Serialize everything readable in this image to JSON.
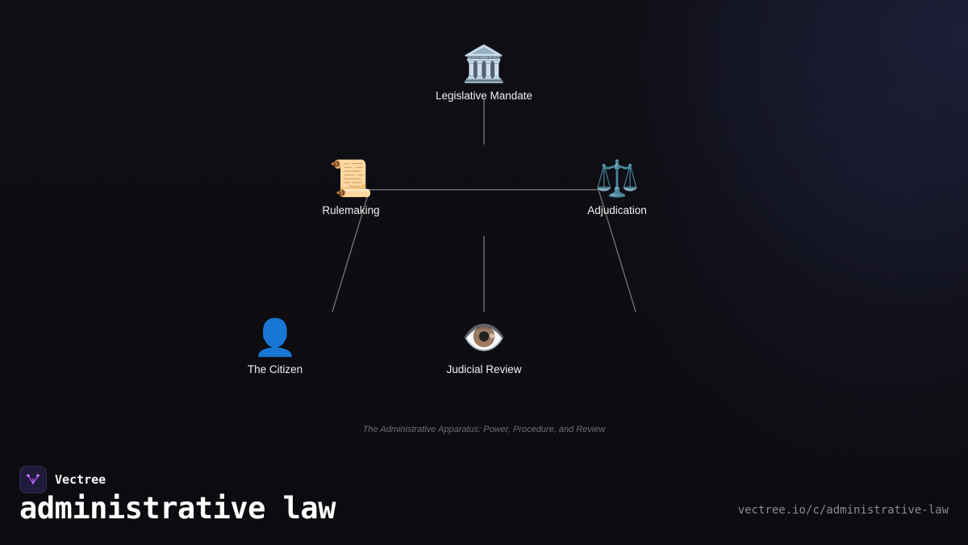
{
  "diagram": {
    "nodes": [
      {
        "id": "legislative",
        "icon": "classical-building-icon",
        "glyph": "🏛️",
        "label": "Legislative Mandate"
      },
      {
        "id": "rulemaking",
        "icon": "scroll-icon",
        "glyph": "📜",
        "label": "Rulemaking"
      },
      {
        "id": "adjudication",
        "icon": "balance-scale-icon",
        "glyph": "⚖️",
        "label": "Adjudication"
      },
      {
        "id": "citizen",
        "icon": "person-silhouette-icon",
        "glyph": "👤",
        "label": "The Citizen"
      },
      {
        "id": "judicial",
        "icon": "eye-icon",
        "glyph": "👁️",
        "label": "Judicial Review"
      }
    ],
    "caption": "The Administrative Apparatus: Power, Procedure, and Review"
  },
  "brand": {
    "name": "Vectree",
    "accent": "#a34cf0"
  },
  "footer": {
    "topic": "administrative law",
    "url": "vectree.io/c/administrative-law"
  },
  "colors": {
    "background": "#0e0e12",
    "connector": "#6a6a6a"
  }
}
